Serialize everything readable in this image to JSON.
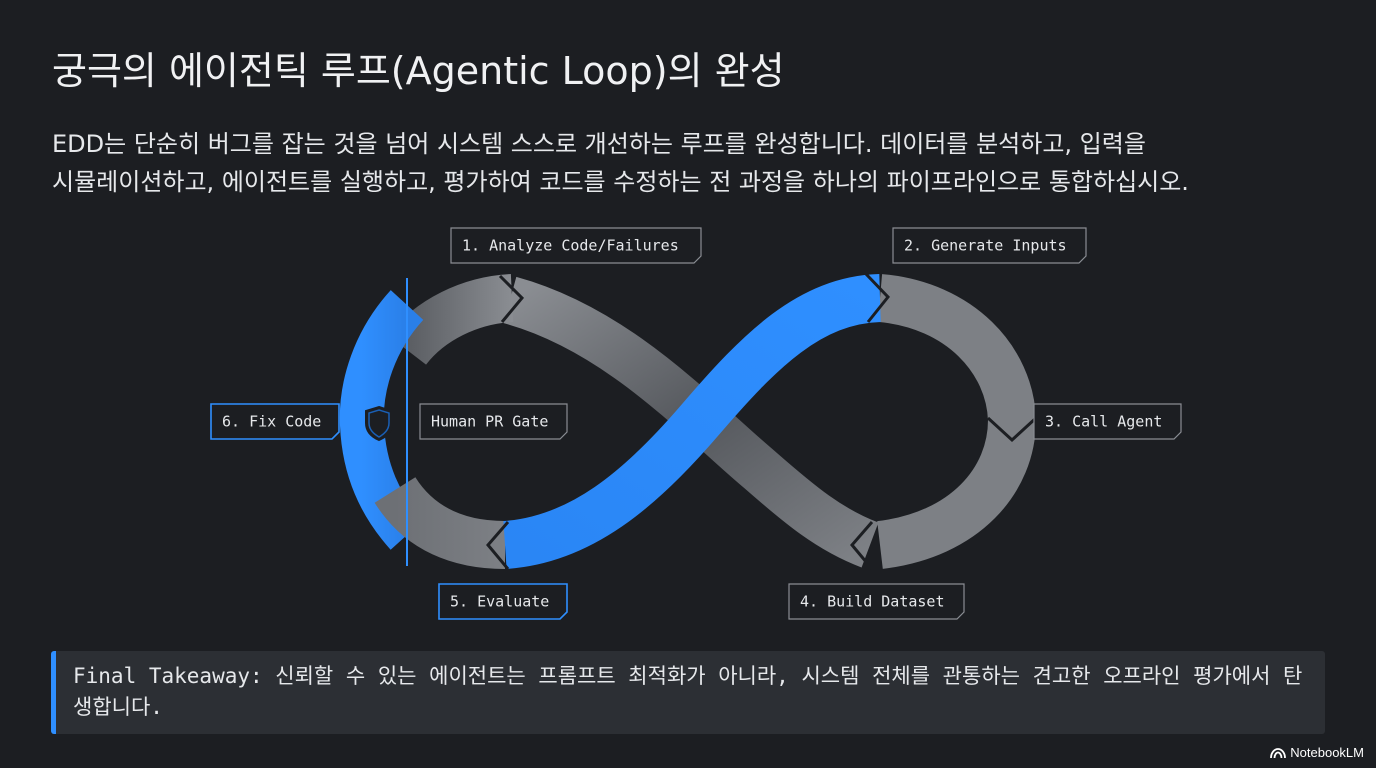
{
  "title": "궁극의 에이전틱 루프(Agentic Loop)의 완성",
  "intro_line1": "EDD는 단순히 버그를 잡는 것을 넘어 시스템 스스로 개선하는 루프를 완성합니다. 데이터를 분석하고, 입력을",
  "intro_line2": "시뮬레이션하고, 에이전트를 실행하고, 평가하여 코드를 수정하는 전 과정을 하나의 파이프라인으로 통합하십시오.",
  "loop": {
    "steps": [
      {
        "label": "1. Analyze Code/Failures"
      },
      {
        "label": "2. Generate Inputs"
      },
      {
        "label": "3. Call Agent"
      },
      {
        "label": "4. Build Dataset"
      },
      {
        "label": "5. Evaluate"
      },
      {
        "label": "6. Fix Code"
      }
    ],
    "gate_label": "Human PR Gate"
  },
  "takeaway": "Final Takeaway: 신뢰할 수 있는 에이전트는 프롬프트 최적화가 아니라, 시스템 전체를 관통하는 견고한 오프라인 평가에서 탄생합니다.",
  "brand": "NotebookLM",
  "colors": {
    "background": "#1c1e22",
    "accent_blue": "#2f8fff",
    "loop_gray": "#7d8085",
    "panel": "#2c2f34"
  },
  "icons": [
    "shield-icon",
    "notebooklm-logo-icon"
  ]
}
